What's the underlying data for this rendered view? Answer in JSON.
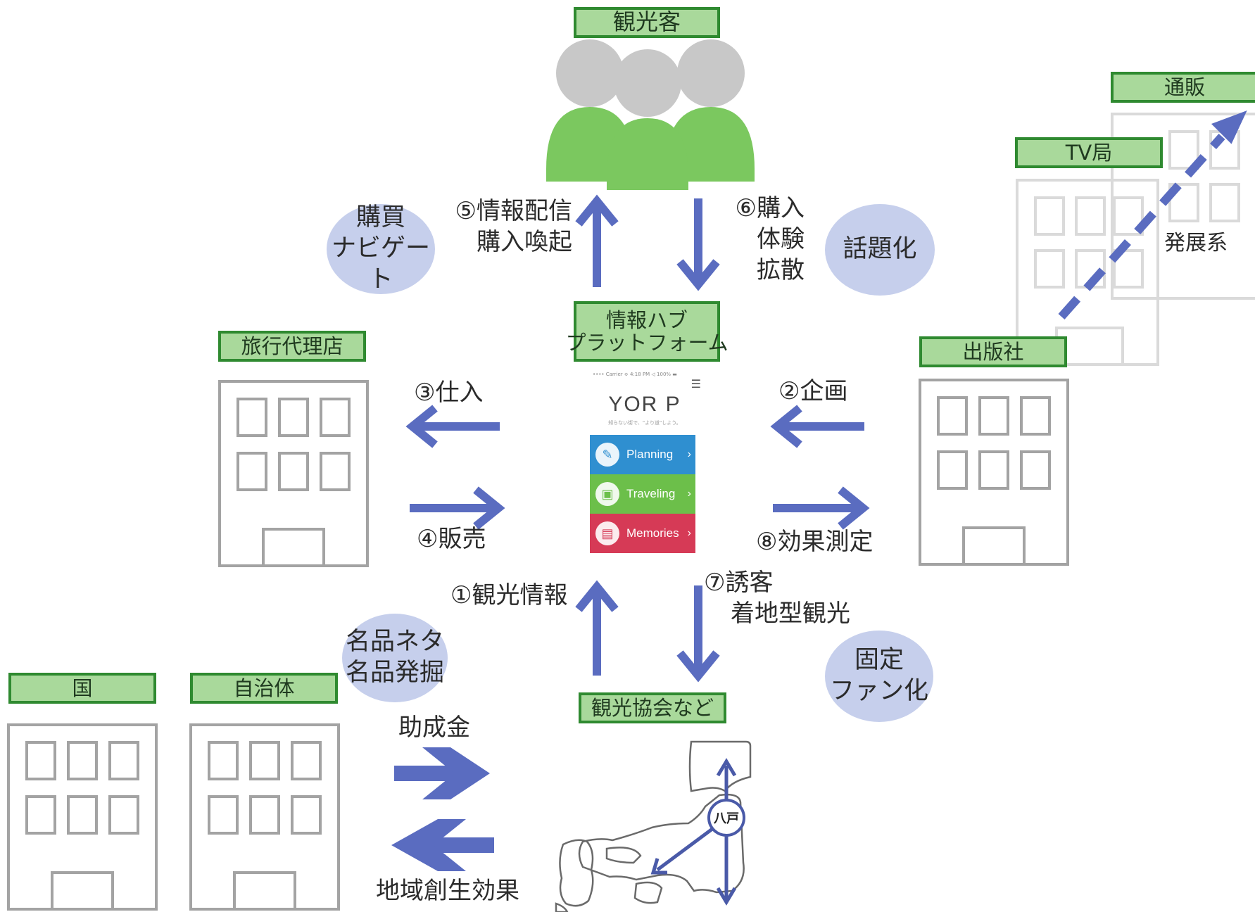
{
  "labels": {
    "tourists": "観光客",
    "hub": [
      "情報ハブ",
      "プラットフォーム"
    ],
    "travel_agency": "旅行代理店",
    "publisher": "出版社",
    "tv": "TV局",
    "mail_order": "通販",
    "country": "国",
    "municipality": "自治体",
    "tourism_assoc": "観光協会など"
  },
  "steps": {
    "s1": "①観光情報",
    "s2": "②企画",
    "s3": "③仕入",
    "s4": "④販売",
    "s5": [
      "⑤情報配信",
      "購入喚起"
    ],
    "s6": [
      "⑥購入",
      "体験",
      "拡散"
    ],
    "s7": [
      "⑦誘客",
      "着地型観光"
    ],
    "s8": "⑧効果測定"
  },
  "bubbles": {
    "purchase_nav": [
      "購買",
      "ナビゲート"
    ],
    "buzz": "話題化",
    "local_goods": [
      "名品ネタ",
      "名品発掘"
    ],
    "fans": [
      "固定",
      "ファン化"
    ]
  },
  "flows": {
    "subsidy": "助成金",
    "regional": "地域創生効果",
    "development": "発展系"
  },
  "app": {
    "logo": "YOR P",
    "tagline": "知らない街で、\"より道\"しよう。",
    "status": "•••• Carrier  ≎     4:18 PM        ◁ 100% ▬",
    "menu": [
      {
        "label": "Planning",
        "color": "#2f8fd0"
      },
      {
        "label": "Traveling",
        "color": "#6cbf4a"
      },
      {
        "label": "Memories",
        "color": "#d63a56"
      }
    ]
  },
  "map": {
    "city": "八戸"
  },
  "colors": {
    "label_fill": "#a9d99b",
    "label_border": "#2f8a30",
    "people": "#7bc85f",
    "heads": "#c8c8c8",
    "arrow": "#5a6cc0",
    "bubble": "#c6cfec",
    "building": "#a3a3a3"
  }
}
